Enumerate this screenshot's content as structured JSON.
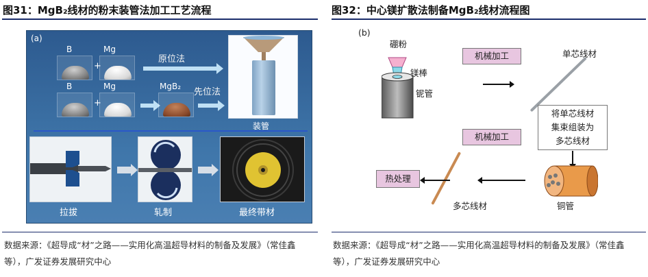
{
  "left_figure": {
    "title": "图31：MgB₂线材的粉末装管法加工工艺流程",
    "panel_tag": "(a)",
    "row1": {
      "elem1": "B",
      "elem2": "Mg",
      "plus": "+",
      "method": "原位法"
    },
    "row2": {
      "elem1": "B",
      "elem2": "Mg",
      "plus": "+",
      "product": "MgB₂",
      "method": "先位法"
    },
    "tube_caption": "装管",
    "stages": [
      "拉拔",
      "轧制",
      "最终带材"
    ],
    "source": "数据来源：《超导成“材”之路——实用化高温超导材料的制备及发展》（常佳鑫等），广发证券发展研究中心"
  },
  "right_figure": {
    "title": "图32：中心镁扩散法制备MgB₂线材流程图",
    "panel_tag": "(b)",
    "boron_powder": "硼粉",
    "mg_rod": "镁棒",
    "nb_tube": "铌管",
    "machining_1": "机械加工",
    "mono_wire": "单芯线材",
    "bundle_text": [
      "将单芯线材",
      "集束组装为",
      "多芯线材"
    ],
    "machining_2": "机械加工",
    "copper_tube": "铜管",
    "heat_treatment": "热处理",
    "multi_wire": "多芯线材",
    "source": "数据来源：《超导成“材”之路——实用化高温超导材料的制备及发展》（常佳鑫等），广发证券发展研究中心"
  },
  "colors": {
    "rule": "#1a2c6b",
    "panel_a_bg": "#386b9f",
    "pink_box": "#e8c6e0",
    "rod_copper": "#c98a52"
  }
}
